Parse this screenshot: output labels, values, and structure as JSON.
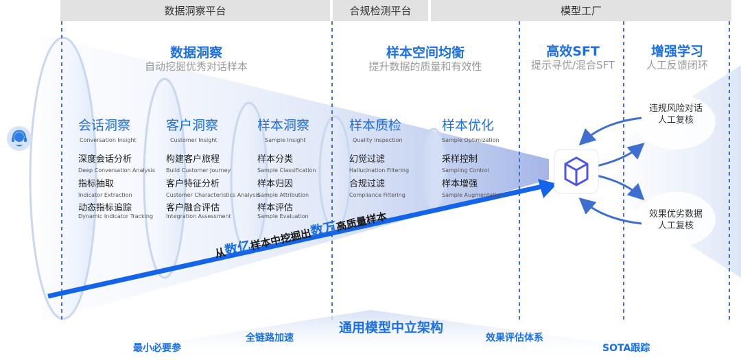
{
  "platforms": {
    "insight": "数据洞察平台",
    "compliance": "合规检测平台",
    "factory": "模型工厂"
  },
  "sections": {
    "insight": {
      "title": "数据洞察",
      "subtitle": "自动挖掘优秀对话样本"
    },
    "balance": {
      "title": "样本空间均衡",
      "subtitle": "提升数据的质量和有效性"
    },
    "sft": {
      "title": "高效SFT",
      "subtitle": "提示寻优/混合SFT"
    },
    "rl": {
      "title": "增强学习",
      "subtitle": "人工反馈闭环"
    }
  },
  "columns": [
    {
      "title": "会话洞察",
      "subtitle": "Conversation Insight",
      "items": [
        {
          "cn": "深度会话分析",
          "en": "Deep Conversation Analysis"
        },
        {
          "cn": "指标抽取",
          "en": "Indicator Extraction"
        },
        {
          "cn": "动态指标追踪",
          "en": "Dynamic Indicator Tracking"
        }
      ]
    },
    {
      "title": "客户洞察",
      "subtitle": "Customer Insight",
      "items": [
        {
          "cn": "构建客户旅程",
          "en": "Build Customer Journey"
        },
        {
          "cn": "客户特征分析",
          "en": "Customer Characteristics Analysis"
        },
        {
          "cn": "客户融合评估",
          "en": "Integration Assessment"
        }
      ]
    },
    {
      "title": "样本洞察",
      "subtitle": "Sample Insight",
      "items": [
        {
          "cn": "样本分类",
          "en": "Sample Classification"
        },
        {
          "cn": "样本归因",
          "en": "Sample Attribution"
        },
        {
          "cn": "样本评估",
          "en": "Sample Evaluation"
        }
      ]
    },
    {
      "title": "样本质检",
      "subtitle": "Quality Inspection",
      "items": [
        {
          "cn": "幻觉过滤",
          "en": "Hallucination Filtering"
        },
        {
          "cn": "合规过滤",
          "en": "Compliance Filtering"
        }
      ]
    },
    {
      "title": "样本优化",
      "subtitle": "Sample Optimization",
      "items": [
        {
          "cn": "采样控制",
          "en": "Sampling Control"
        },
        {
          "cn": "样本增强",
          "en": "Sample Augmentation"
        }
      ]
    }
  ],
  "arrow_caption": {
    "p1": "从",
    "p2": "数亿",
    "p3": "样本中挖掘出",
    "p4": "数万",
    "p5": "高质量样本"
  },
  "feedback": {
    "top": [
      "违规风险对话",
      "人工复核"
    ],
    "bottom": [
      "效果优劣数据",
      "人工复核"
    ]
  },
  "bottom": {
    "title": "通用模型中立架构",
    "items": [
      "最小必要参",
      "全链路加速",
      "效果评估体系",
      "SOTA跟踪"
    ]
  },
  "colors": {
    "accent": "#1b6fe3",
    "gray_bar": "#e2e2e2",
    "dashed": "#3d6fd6",
    "model_icon": "#4b56e6"
  },
  "icons": [
    "headset-agent-icon",
    "model-cube-icon"
  ]
}
